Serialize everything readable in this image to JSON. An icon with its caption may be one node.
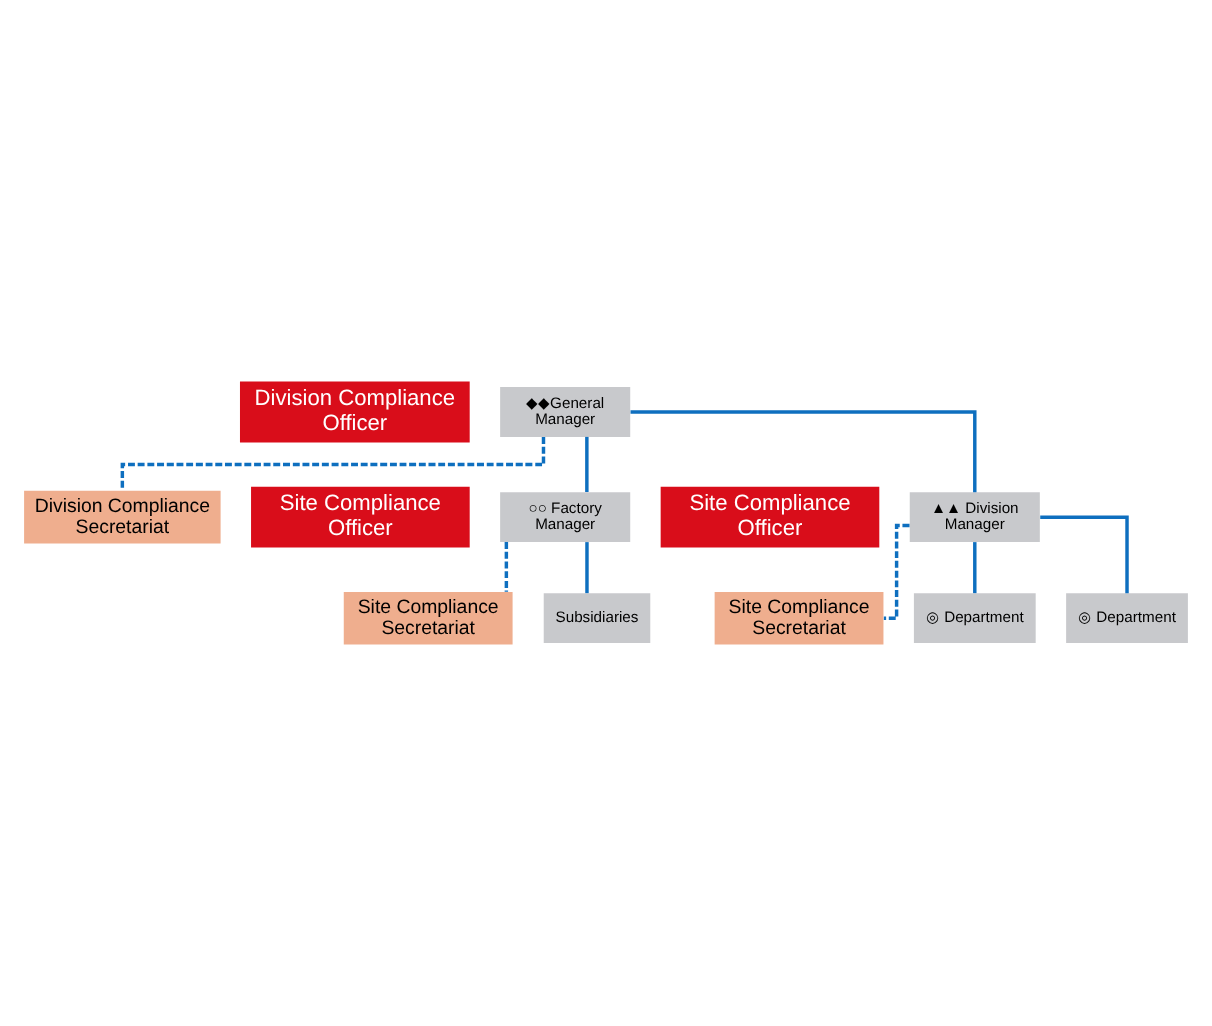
{
  "diagram": {
    "nodes": [
      {
        "text": [
          "Division Compliance Officer"
        ]
      },
      {
        "text": [
          "◆◆General Manager"
        ]
      },
      {
        "text": [
          "Division Compliance Secretariat"
        ]
      },
      {
        "text": [
          "Site Compliance Officer"
        ]
      },
      {
        "text": [
          "○○ Factory Manager"
        ]
      },
      {
        "text": [
          "Site Compliance Officer"
        ]
      },
      {
        "text": [
          "▲▲ Division Manager"
        ]
      },
      {
        "text": [
          "Site Compliance Secretariat"
        ]
      },
      {
        "text": [
          "Site Compliance Secretariat"
        ]
      },
      {
        "text": [
          "Subsidiaries"
        ]
      },
      {
        "text": [
          "◎ Department"
        ]
      },
      {
        "text": [
          "◎ Department"
        ]
      }
    ],
    "edges": [
      {
        "from": 1,
        "to": 2,
        "arrow": "none",
        "style": "dashed"
      },
      {
        "from": 1,
        "to": 4,
        "arrow": "none"
      },
      {
        "from": 1,
        "to": 6,
        "arrow": "none"
      },
      {
        "from": 4,
        "to": 7,
        "arrow": "none",
        "style": "dashed"
      },
      {
        "from": 4,
        "to": 9,
        "arrow": "none"
      },
      {
        "from": 6,
        "to": 8,
        "arrow": "none",
        "style": "dashed"
      },
      {
        "from": 6,
        "to": 10,
        "arrow": "none"
      },
      {
        "from": 6,
        "to": 11,
        "arrow": "none"
      }
    ]
  }
}
